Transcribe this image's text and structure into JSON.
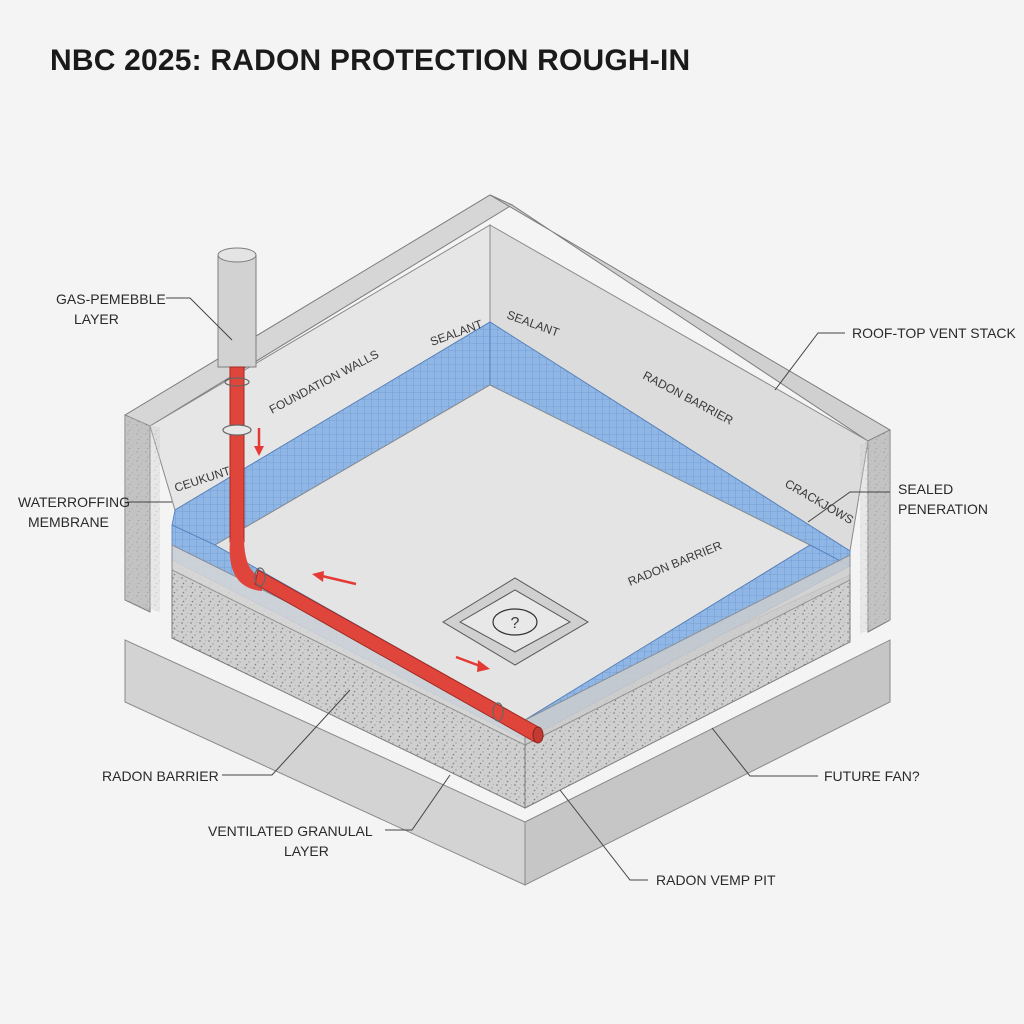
{
  "title": "NBC 2025: RADON PROTECTION ROUGH-IN",
  "callouts": {
    "gas_permeable_1": "GAS-PEMEBBLE",
    "gas_permeable_2": "LAYER",
    "waterproofing_1": "WATERROFFING",
    "waterproofing_2": "MEMBRANE",
    "radon_barrier_left": "RADON BARRIER",
    "ventilated_1": "VENTILATED GRANULAL",
    "ventilated_2": "LAYER",
    "roof_vent": "ROOF-TOP VENT STACK",
    "sealed_pen_1": "SEALED",
    "sealed_pen_2": "PENERATION",
    "future_fan": "FUTURE FAN?",
    "sump_pit": "RADON VEMP PIT"
  },
  "inline_labels": {
    "foundation_walls": "FOUNDATION WALLS",
    "sealant_1": "SEALANT",
    "sealant_2": "SEALANT",
    "radon_barrier_wall": "RADON BARRIER",
    "radon_barrier_floor": "RADON BARRIER",
    "cracks": "CRACKJOWS",
    "caulk": "CEUKUNT"
  },
  "pit_symbol": "?",
  "colors": {
    "concrete": "#d9d9d9",
    "slab": "#e2e2e2",
    "membrane_blue": "#8fb6e4",
    "pipe_red": "#e0453b",
    "arrow_red": "#e53935",
    "gravel": "#c9c9c9"
  }
}
